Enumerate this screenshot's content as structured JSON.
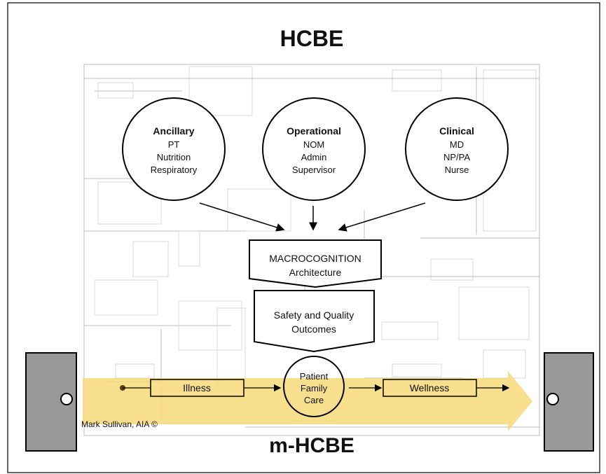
{
  "title": "HCBE",
  "footer_title": "m-HCBE",
  "credit": "Mark Sullivan, AIA ©",
  "circles": [
    {
      "heading": "Ancillary",
      "lines": [
        "PT",
        "Nutrition",
        "Respiratory"
      ]
    },
    {
      "heading": "Operational",
      "lines": [
        "NOM",
        "Admin",
        "Supervisor"
      ]
    },
    {
      "heading": "Clinical",
      "lines": [
        "MD",
        "NP/PA",
        "Nurse"
      ]
    }
  ],
  "macro": {
    "line1": "MACROCOGNITION",
    "line2": "Architecture"
  },
  "outcomes": {
    "line1": "Safety and Quality",
    "line2": "Outcomes"
  },
  "patient": {
    "line1": "Patient",
    "line2": "Family",
    "line3": "Care"
  },
  "illness_label": "Illness",
  "wellness_label": "Wellness",
  "colors": {
    "band": "#f7d97a",
    "door": "#999999",
    "plan_lines": "#cccccc",
    "text": "#111111"
  }
}
